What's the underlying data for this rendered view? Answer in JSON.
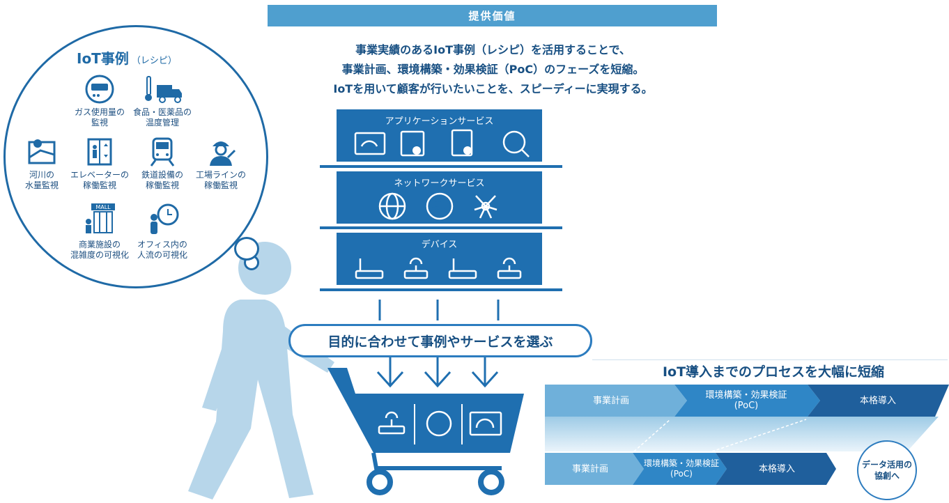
{
  "banner": "提供価値",
  "intro": [
    "事業実績のあるIoT事例（レシピ）を活用することで、",
    "事業計画、環境構築・効果検証（PoC）のフェーズを短縮。",
    "IoTを用いて顧客が行いたいことを、スピーディーに実現する。"
  ],
  "bubble": {
    "title": "IoT事例",
    "title_sub": "（レシピ）",
    "cases": [
      {
        "label": "ガス使用量の\n監視",
        "icon": "gas-meter-icon"
      },
      {
        "label": "食品・医薬品の\n温度管理",
        "icon": "truck-thermometer-icon"
      },
      {
        "label": "河川の\n水量監視",
        "icon": "map-pin-icon"
      },
      {
        "label": "エレベーターの\n稼働監視",
        "icon": "elevator-icon"
      },
      {
        "label": "鉄道設備の\n稼働監視",
        "icon": "train-icon"
      },
      {
        "label": "工場ラインの\n稼働監視",
        "icon": "worker-icon"
      },
      {
        "label": "商業施設の\n混雑度の可視化",
        "icon": "mall-icon"
      },
      {
        "label": "オフィス内の\n人流の可視化",
        "icon": "person-clock-icon"
      }
    ]
  },
  "mall_sign": "MALL",
  "layers": {
    "application": "アプリケーションサービス",
    "network": "ネットワークサービス",
    "device": "デバイス"
  },
  "pill": "目的に合わせて事例やサービスを選ぶ",
  "process": {
    "title": "IoT導入までのプロセスを大幅に短縮",
    "top": [
      "事業計画",
      "環境構築・効果検証\n(PoC)",
      "本格導入"
    ],
    "bottom": [
      "事業計画",
      "環境構築・効果検証\n(PoC)",
      "本格導入"
    ],
    "badge": "データ活用の\n協創へ"
  },
  "colors": {
    "primary": "#1f6fb0",
    "light": "#4f9fcf",
    "person": "#b7d6ea"
  }
}
